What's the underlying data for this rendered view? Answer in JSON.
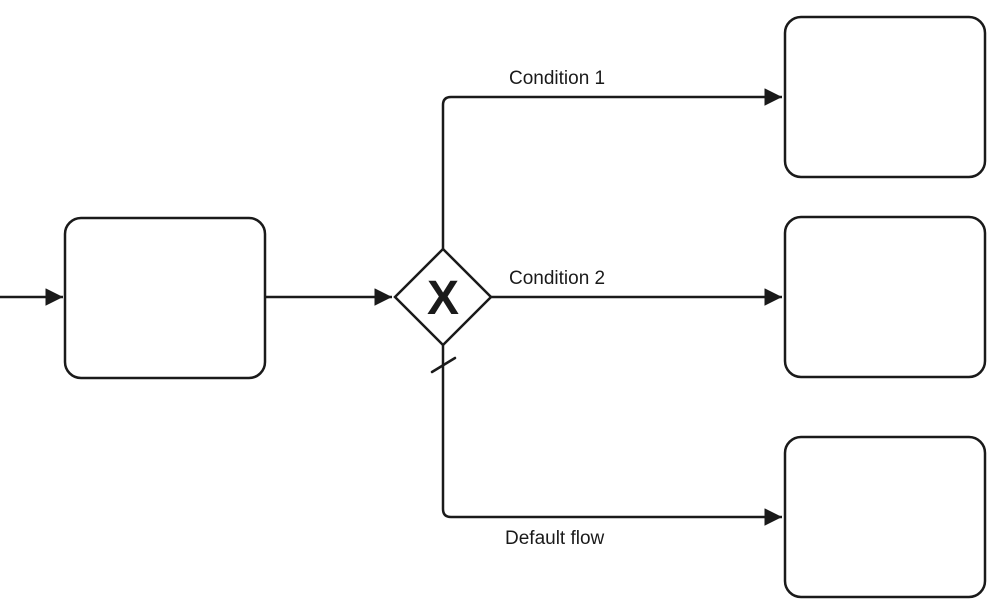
{
  "diagram": {
    "kind": "flowchart-exclusive-gateway",
    "colors": {
      "stroke": "#1a1a1a",
      "node_fill": "#ffffff",
      "label_text": "#1a1a1a"
    },
    "gateway": {
      "type": "exclusive-gateway",
      "symbol": "X"
    },
    "nodes": {
      "source_task": {
        "label": ""
      },
      "target_top": {
        "label": ""
      },
      "target_middle": {
        "label": ""
      },
      "target_bottom": {
        "label": ""
      }
    },
    "flows": {
      "condition1": {
        "label": "Condition 1"
      },
      "condition2": {
        "label": "Condition 2"
      },
      "default": {
        "label": "Default flow",
        "marker": "default-flow-slash"
      }
    }
  }
}
